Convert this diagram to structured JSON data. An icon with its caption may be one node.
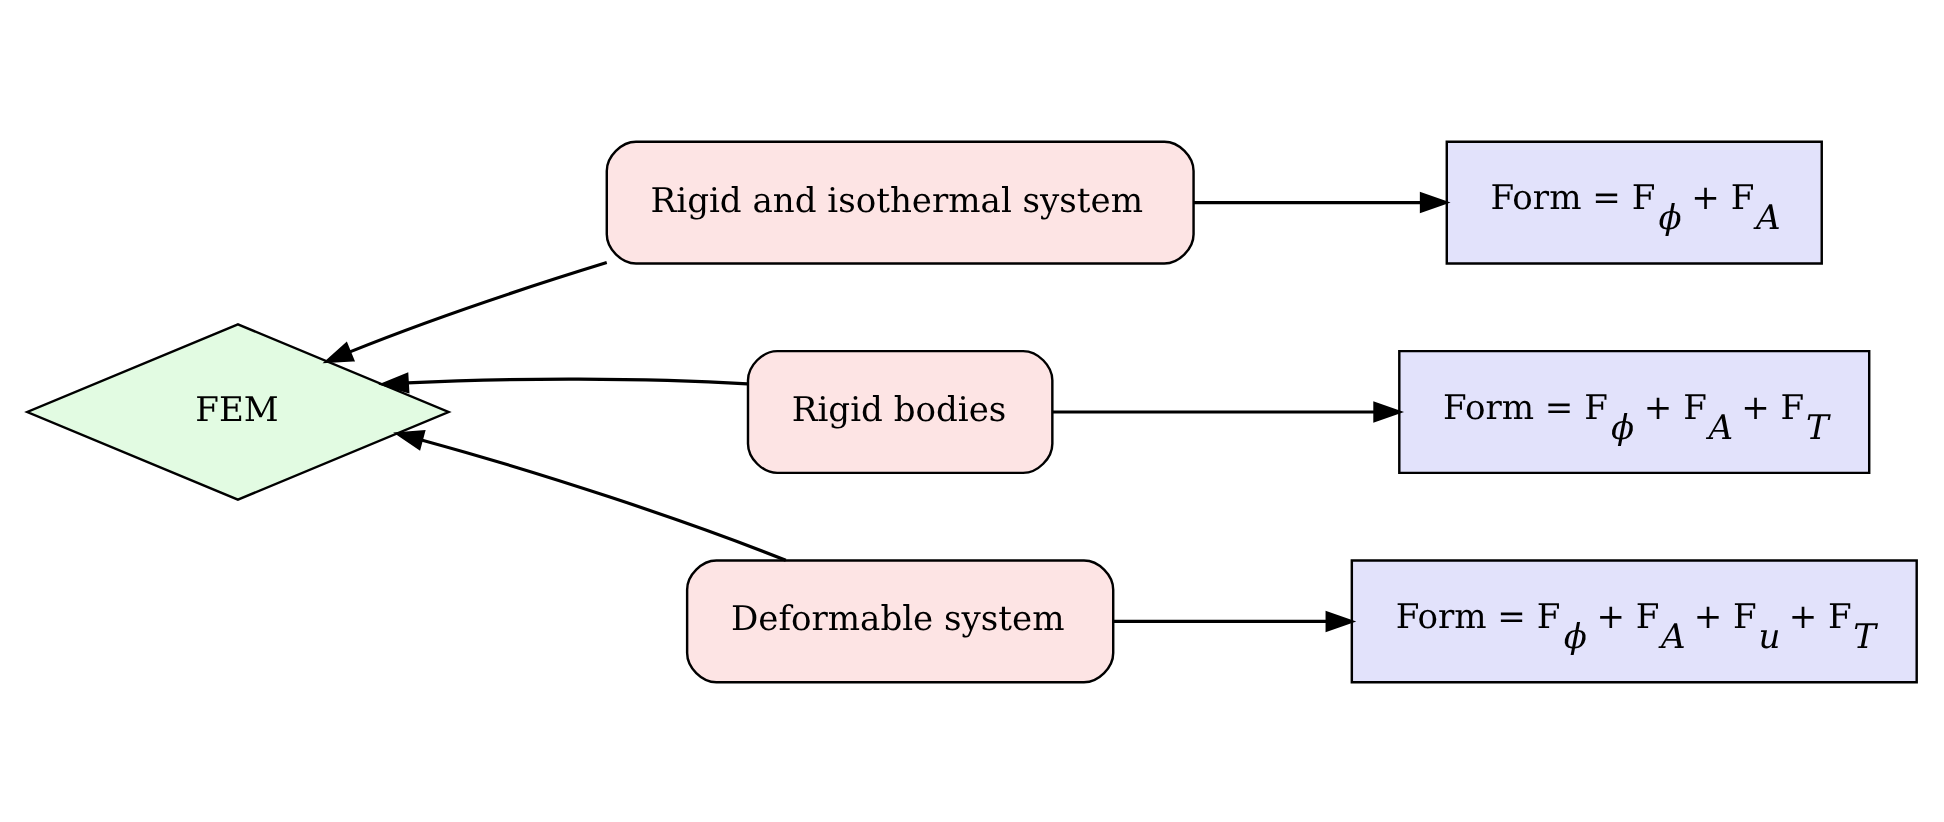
{
  "diagram": {
    "nodes": [
      {
        "text": [
          "Rigid and isothermal system"
        ]
      },
      {
        "text": [
          "Form = F$_{ϕ}$ + F$_{A}$"
        ]
      },
      {
        "text": [
          "FEM"
        ]
      },
      {
        "text": [
          "Rigid bodies"
        ]
      },
      {
        "text": [
          "Form = F$_{ϕ}$ + F$_{A}$ + F$_{T}$"
        ]
      },
      {
        "text": [
          "Deformable system"
        ]
      },
      {
        "text": [
          "Form = F$_{ϕ}$ + F$_{A}$ + F$_{u}$ + F$_{T}$"
        ]
      }
    ],
    "edges": [
      {
        "from": 0,
        "to": 1,
        "arrow": "to"
      },
      {
        "from": 0,
        "to": 2,
        "arrow": "to"
      },
      {
        "from": 3,
        "to": 2,
        "arrow": "to"
      },
      {
        "from": 3,
        "to": 4,
        "arrow": "to"
      },
      {
        "from": 5,
        "to": 2,
        "arrow": "to"
      },
      {
        "from": 5,
        "to": 6,
        "arrow": "to"
      }
    ]
  }
}
